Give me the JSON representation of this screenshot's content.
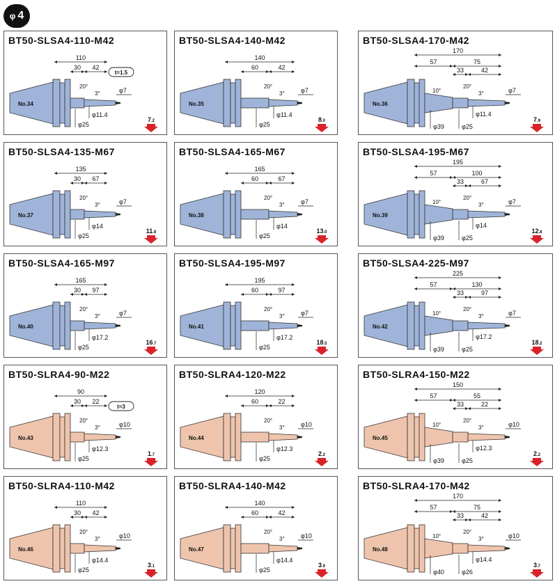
{
  "section_label": {
    "symbol": "φ",
    "size": "4"
  },
  "cards": [
    {
      "title": "BT50-SLSA4-110-M42",
      "no": "No.34",
      "shape": "slsa",
      "kind": "short",
      "total": "110",
      "d1": "30",
      "d2": "42",
      "d3": "",
      "tip": "φ7",
      "neck": "φ11.4",
      "body": "φ25",
      "body2": "",
      "weight_a": "7",
      "weight_b": "2",
      "t": "t=1.5",
      "a1": "20°",
      "a2": "3°",
      "a0": ""
    },
    {
      "title": "BT50-SLSA4-140-M42",
      "no": "No.35",
      "shape": "slsa",
      "kind": "mid",
      "total": "140",
      "d1": "60",
      "d2": "42",
      "d3": "",
      "tip": "φ7",
      "neck": "φ11.4",
      "body": "φ25",
      "body2": "",
      "weight_a": "8",
      "weight_b": "0",
      "t": "",
      "a1": "20°",
      "a2": "3°",
      "a0": ""
    },
    {
      "title": "BT50-SLSA4-170-M42",
      "no": "No.36",
      "shape": "slsa",
      "kind": "long",
      "total": "170",
      "d1": "57",
      "d2": "75",
      "d3": "33",
      "d4": "42",
      "tip": "φ7",
      "neck": "φ11.4",
      "body": "φ39",
      "body2": "φ25",
      "weight_a": "7",
      "weight_b": "9",
      "t": "",
      "a1": "20°",
      "a2": "3°",
      "a0": "10°"
    },
    {
      "title": "BT50-SLSA4-135-M67",
      "no": "No.37",
      "shape": "slsa",
      "kind": "short",
      "total": "135",
      "d1": "30",
      "d2": "67",
      "d3": "",
      "tip": "φ7",
      "neck": "φ14",
      "body": "φ25",
      "body2": "",
      "weight_a": "11",
      "weight_b": "8",
      "t": "",
      "a1": "20°",
      "a2": "3°",
      "a0": ""
    },
    {
      "title": "BT50-SLSA4-165-M67",
      "no": "No.38",
      "shape": "slsa",
      "kind": "mid",
      "total": "165",
      "d1": "60",
      "d2": "67",
      "d3": "",
      "tip": "φ7",
      "neck": "φ14",
      "body": "φ25",
      "body2": "",
      "weight_a": "13",
      "weight_b": "0",
      "t": "",
      "a1": "20°",
      "a2": "3°",
      "a0": ""
    },
    {
      "title": "BT50-SLSA4-195-M67",
      "no": "No.39",
      "shape": "slsa",
      "kind": "long",
      "total": "195",
      "d1": "57",
      "d2": "100",
      "d3": "33",
      "d4": "67",
      "tip": "φ7",
      "neck": "φ14",
      "body": "φ39",
      "body2": "φ25",
      "weight_a": "12",
      "weight_b": "8",
      "t": "",
      "a1": "20°",
      "a2": "3°",
      "a0": "10°"
    },
    {
      "title": "BT50-SLSA4-165-M97",
      "no": "No.40",
      "shape": "slsa",
      "kind": "short",
      "total": "165",
      "d1": "30",
      "d2": "97",
      "d3": "",
      "tip": "φ7",
      "neck": "φ17.2",
      "body": "φ25",
      "body2": "",
      "weight_a": "16",
      "weight_b": "7",
      "t": "",
      "a1": "20°",
      "a2": "3°",
      "a0": ""
    },
    {
      "title": "BT50-SLSA4-195-M97",
      "no": "No.41",
      "shape": "slsa",
      "kind": "mid",
      "total": "195",
      "d1": "60",
      "d2": "97",
      "d3": "",
      "tip": "φ7",
      "neck": "φ17.2",
      "body": "φ25",
      "body2": "",
      "weight_a": "18",
      "weight_b": "5",
      "t": "",
      "a1": "20°",
      "a2": "3°",
      "a0": ""
    },
    {
      "title": "BT50-SLSA4-225-M97",
      "no": "No.42",
      "shape": "slsa",
      "kind": "long",
      "total": "225",
      "d1": "57",
      "d2": "130",
      "d3": "33",
      "d4": "97",
      "tip": "φ7",
      "neck": "φ17.2",
      "body": "φ39",
      "body2": "φ25",
      "weight_a": "18",
      "weight_b": "2",
      "t": "",
      "a1": "20°",
      "a2": "3°",
      "a0": "10°"
    },
    {
      "title": "BT50-SLRA4-90-M22",
      "no": "No.43",
      "shape": "slra",
      "kind": "short",
      "total": "90",
      "d1": "30",
      "d2": "22",
      "d3": "",
      "tip": "φ10",
      "neck": "φ12.3",
      "body": "φ25",
      "body2": "",
      "weight_a": "1",
      "weight_b": "7",
      "t": "t=3",
      "a1": "20°",
      "a2": "3°",
      "a0": ""
    },
    {
      "title": "BT50-SLRA4-120-M22",
      "no": "No.44",
      "shape": "slra",
      "kind": "mid",
      "total": "120",
      "d1": "60",
      "d2": "22",
      "d3": "",
      "tip": "φ10",
      "neck": "φ12.3",
      "body": "φ25",
      "body2": "",
      "weight_a": "2",
      "weight_b": "2",
      "t": "",
      "a1": "20°",
      "a2": "3°",
      "a0": ""
    },
    {
      "title": "BT50-SLRA4-150-M22",
      "no": "No.45",
      "shape": "slra",
      "kind": "long",
      "total": "150",
      "d1": "57",
      "d2": "55",
      "d3": "33",
      "d4": "22",
      "tip": "φ10",
      "neck": "φ12.3",
      "body": "φ39",
      "body2": "φ25",
      "weight_a": "2",
      "weight_b": "2",
      "t": "",
      "a1": "20°",
      "a2": "3°",
      "a0": "10°"
    },
    {
      "title": "BT50-SLRA4-110-M42",
      "no": "No.46",
      "shape": "slra",
      "kind": "short",
      "total": "110",
      "d1": "30",
      "d2": "42",
      "d3": "",
      "tip": "φ10",
      "neck": "φ14.4",
      "body": "φ25",
      "body2": "",
      "weight_a": "3",
      "weight_b": "1",
      "t": "",
      "a1": "20°",
      "a2": "3°",
      "a0": ""
    },
    {
      "title": "BT50-SLRA4-140-M42",
      "no": "No.47",
      "shape": "slra",
      "kind": "mid",
      "total": "140",
      "d1": "60",
      "d2": "42",
      "d3": "",
      "tip": "φ10",
      "neck": "φ14.4",
      "body": "φ25",
      "body2": "",
      "weight_a": "3",
      "weight_b": "9",
      "t": "",
      "a1": "20°",
      "a2": "3°",
      "a0": ""
    },
    {
      "title": "BT50-SLRA4-170-M42",
      "no": "No.48",
      "shape": "slra",
      "kind": "long",
      "total": "170",
      "d1": "57",
      "d2": "75",
      "d3": "33",
      "d4": "42",
      "tip": "φ10",
      "neck": "φ14.4",
      "body": "φ40",
      "body2": "φ26",
      "weight_a": "3",
      "weight_b": "7",
      "t": "",
      "a1": "20°",
      "a2": "3°",
      "a0": "10°"
    }
  ],
  "colors": {
    "slsa_fill": "#9fb4d8",
    "slra_fill": "#efc4ad",
    "outline": "#333333",
    "arrow": "#d9232a"
  }
}
